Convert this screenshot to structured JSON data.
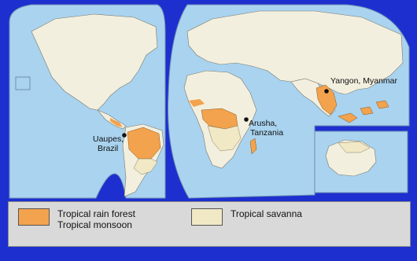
{
  "colors": {
    "ocean": "#a9d3ef",
    "land": "#f3efdf",
    "rainforest": "#f3a24d",
    "savanna": "#f1e8c6",
    "frame": "#1d2fcf"
  },
  "cities": {
    "uaupes": {
      "line1": "Uaupes,",
      "line2": "Brazil"
    },
    "arusha": {
      "line1": "Arusha,",
      "line2": "Tanzania"
    },
    "yangon": {
      "line1": "Yangon, Myanmar"
    }
  },
  "legend": {
    "rainforest": {
      "line1": "Tropical rain forest",
      "line2": "Tropical monsoon"
    },
    "savanna": {
      "line1": "Tropical savanna"
    }
  }
}
